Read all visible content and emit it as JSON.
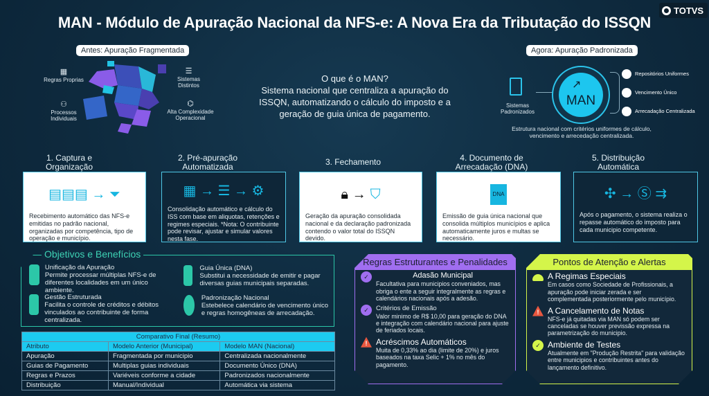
{
  "title": "MAN - Módulo de Apuração Nacional da NFS-e: A Nova Era da Tributação do ISSQN",
  "logo": "TOTVS",
  "before": {
    "label": "Antes: Apuração Fragmentada",
    "items": [
      "Regras Proprias",
      "Processos Individuais",
      "Sistemas Distintos",
      "Alta Complexidade Operacional"
    ]
  },
  "intro": {
    "question": "O que é o MAN?",
    "text": "Sistema nacional que centraliza a apuração do ISSQN, automatizando o cálculo do imposto e a geração de guia única de pagamento."
  },
  "after": {
    "label": "Agora: Apuração Padronizada",
    "center": "MAN",
    "left": "Sistemas Padronizados",
    "items": [
      "Repositórios Uniformes",
      "Vencimento Único",
      "Arrecadação Centralizada"
    ],
    "caption": "Estrutura nacional com critérios uniformes de cálculo, vencimento e arrecedação centralizada."
  },
  "steps": [
    {
      "title": "1. Captura e Organização",
      "text": "Recebimento automático das NFS-e emitidas no padrão nacional, organizadas por competência, tipo de operação e município."
    },
    {
      "title": "2. Pré-apuração Automatizada",
      "text": "Consolidação automático e cálculo do ISS com base em aliquotas, retenções e regimes especiais. *Nota: O contribuinte pode revisar, ajustar e simular valores nesta fase."
    },
    {
      "title": "3. Fechamento",
      "text": "Geração da apuração consolidada nacional e da declaração padronizada contendo o valor total do ISSQN devido."
    },
    {
      "title": "4. Documento de Arrecadação (DNA)",
      "text": "Emissão de guia única nacional que consolida múltiplos municípios e aplica automaticamente juros e multas se necessário.",
      "icon_text": "DNA"
    },
    {
      "title": "5. Distribuição Automática",
      "text": "Após o pagamento, o sistema realiza o repasse automático do imposto para cada municipio competente."
    }
  ],
  "objectives": {
    "title": "Objetivos e Benefícios",
    "items": [
      {
        "title": "Unificação da Apuração",
        "text": "Permite processar múltiplas NFS-e de diferentes localidades em um único ambiente."
      },
      {
        "title": "Gestão Estruturada",
        "text": "Facilita o controle de créditos e débitos vinculados ao contribuinte de forma centralizada."
      },
      {
        "title": "Guia Única (DNA)",
        "text": "Substitui a necessidade de emitir e pagar diversas guias municipais separadas."
      },
      {
        "title": "Padronização Nacional",
        "text": "Estebelece calendário de vencimento único e regras homogêneas de arrecadação."
      }
    ]
  },
  "table": {
    "title": "Comparativo Final (Resumo)",
    "headers": [
      "Atributo",
      "Modelo Anterior (Municipal)",
      "Modelo MAN (Nacional)"
    ],
    "rows": [
      [
        "Apuração",
        "Fragmentada por municipio",
        "Centralizada nacionalmente"
      ],
      [
        "Guias de Pagamento",
        "Multiplas guias individuais",
        "Documento Único (DNA)"
      ],
      [
        "Regras e Prazos",
        "Variéveis conforme a cidade",
        "Padronizados nacionalmente"
      ],
      [
        "Distribuição",
        "Manual/Individual",
        "Automática via sistema"
      ]
    ]
  },
  "rules": {
    "title": "Regras Estruturantes e Penalidades",
    "color": "#a06ef0",
    "items": [
      {
        "title": "Adasão Municipal",
        "text": "Facultativa para municipios conveniados, mas obriga o ente a seguir integralmente as regras e calendários nacionais após a adesão."
      },
      {
        "title": "Critérios de Emissão",
        "text": "Valor minimo de R$ 10,00 para geração do DNA e integração com calendário nacional para ajuste de feriados locais."
      },
      {
        "title": "Acréscimos Automáticos",
        "text": "Muita de 0,33% ao dia (limite de 20%) e juros baseados na taxa Selic + 1% no mês do pagamento."
      }
    ]
  },
  "alerts": {
    "title": "Pontos de Atenção e Alertas",
    "color": "#d4f54a",
    "items": [
      {
        "title": "A Regimas Especiais",
        "text": "Em casos como Sociedade de Profissionais, a apuração pode iniciar zerada e ser complementada posteriormente pelo município."
      },
      {
        "title": "A Cancelamento de Notas",
        "text": "NFS-e já quitadas via MAN só podem ser canceladas se houver previssão expressa na parametrização do municipio."
      },
      {
        "title": "Ambiente de Testes",
        "text": "Atualmente em \"Produção Restrita\" para validação entre municipios e contribuintes antes do lançamento definitivo."
      }
    ]
  }
}
